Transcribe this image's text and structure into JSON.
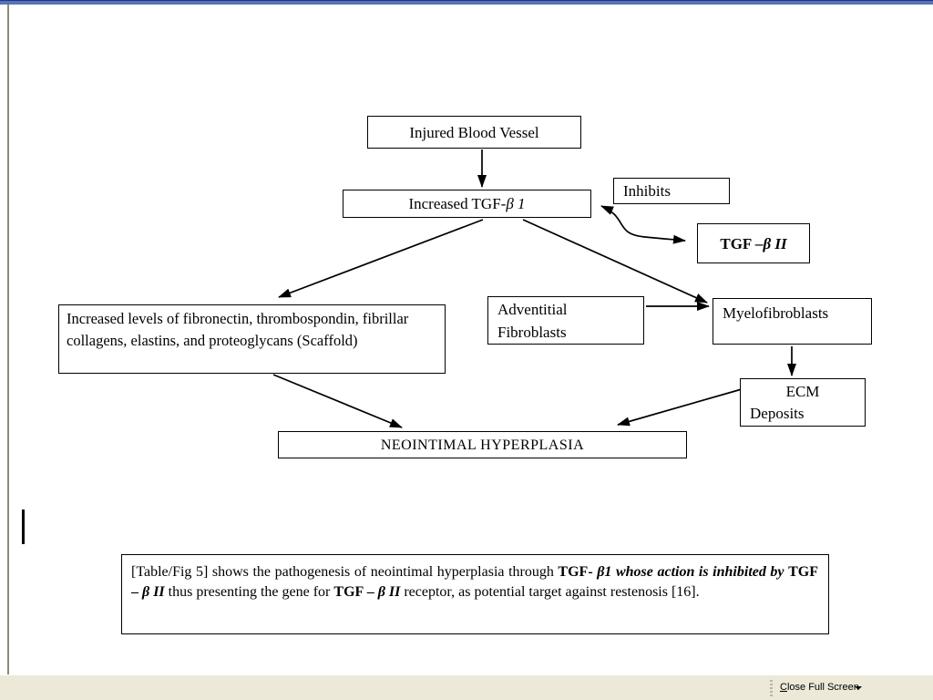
{
  "window": {
    "top_accent_color": "#5873b7",
    "page_bg": "#ffffff",
    "toolbar_bg": "#ece9d8"
  },
  "diagram": {
    "injured": {
      "label": "Injured Blood Vessel"
    },
    "increased_tgf": {
      "prefix": "Increased TGF- ",
      "beta": "β 1"
    },
    "inhibits": {
      "label": "Inhibits"
    },
    "tgf_beta2": {
      "prefix": "TGF – ",
      "beta": "β II"
    },
    "scaffold": {
      "label": "Increased levels of fibronectin, thrombospondin, fibrillar collagens, elastins, and proteoglycans (Scaffold)"
    },
    "adventitial": {
      "line1": "Adventitial",
      "line2": "Fibroblasts"
    },
    "myelofibroblasts": {
      "label": "Myelofibroblasts"
    },
    "ecm": {
      "line1": "ECM",
      "line2": "Deposits"
    },
    "neointimal": {
      "label": "NEOINTIMAL HYPERPLASIA"
    }
  },
  "caption": {
    "segments": [
      {
        "text": "[Table/Fig 5] shows the pathogenesis of neointimal hyperplasia through ",
        "style": "regular"
      },
      {
        "text": "TGF- ",
        "style": "bold"
      },
      {
        "text": "β1 whose action is inhibited by ",
        "style": "bold-italic"
      },
      {
        "text": "TGF – ",
        "style": "bold"
      },
      {
        "text": "β II",
        "style": "bold-italic"
      },
      {
        "text": " thus presenting the gene for ",
        "style": "regular"
      },
      {
        "text": "TGF – ",
        "style": "bold"
      },
      {
        "text": "β II",
        "style": "bold-italic"
      },
      {
        "text": " receptor, as potential target against restenosis [16].",
        "style": "regular"
      }
    ]
  },
  "toolbar": {
    "close_button": {
      "accelerator": "C",
      "rest": "lose Full Screen"
    }
  }
}
